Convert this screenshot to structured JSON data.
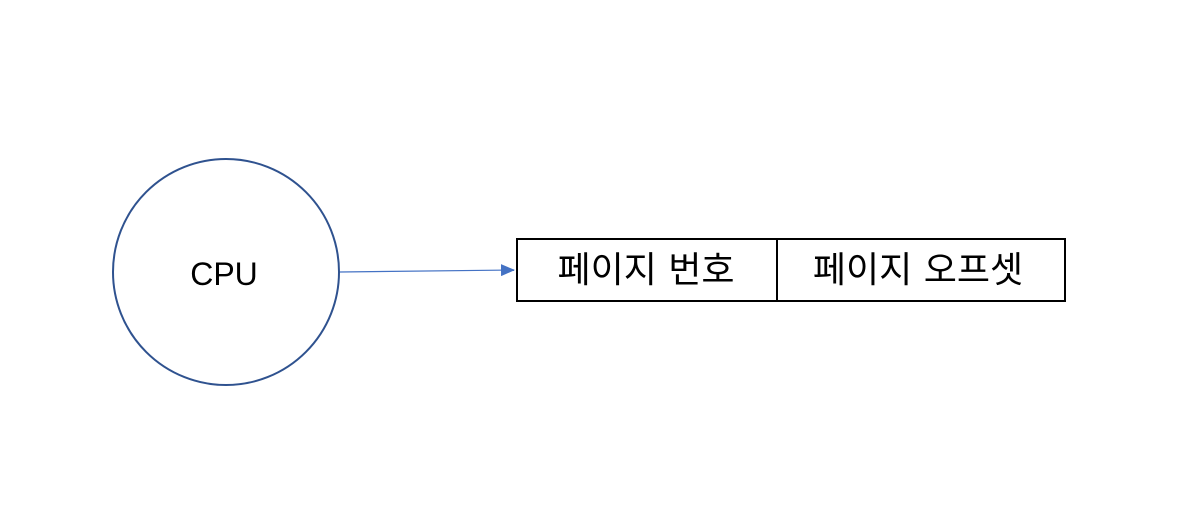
{
  "diagram": {
    "cpu": {
      "label": "CPU",
      "stroke_color": "#2f528f"
    },
    "arrow": {
      "color": "#4472c4"
    },
    "logical_address": {
      "page_number_label": "페이지 번호",
      "page_offset_label": "페이지 오프셋",
      "border_color": "#000000"
    }
  }
}
